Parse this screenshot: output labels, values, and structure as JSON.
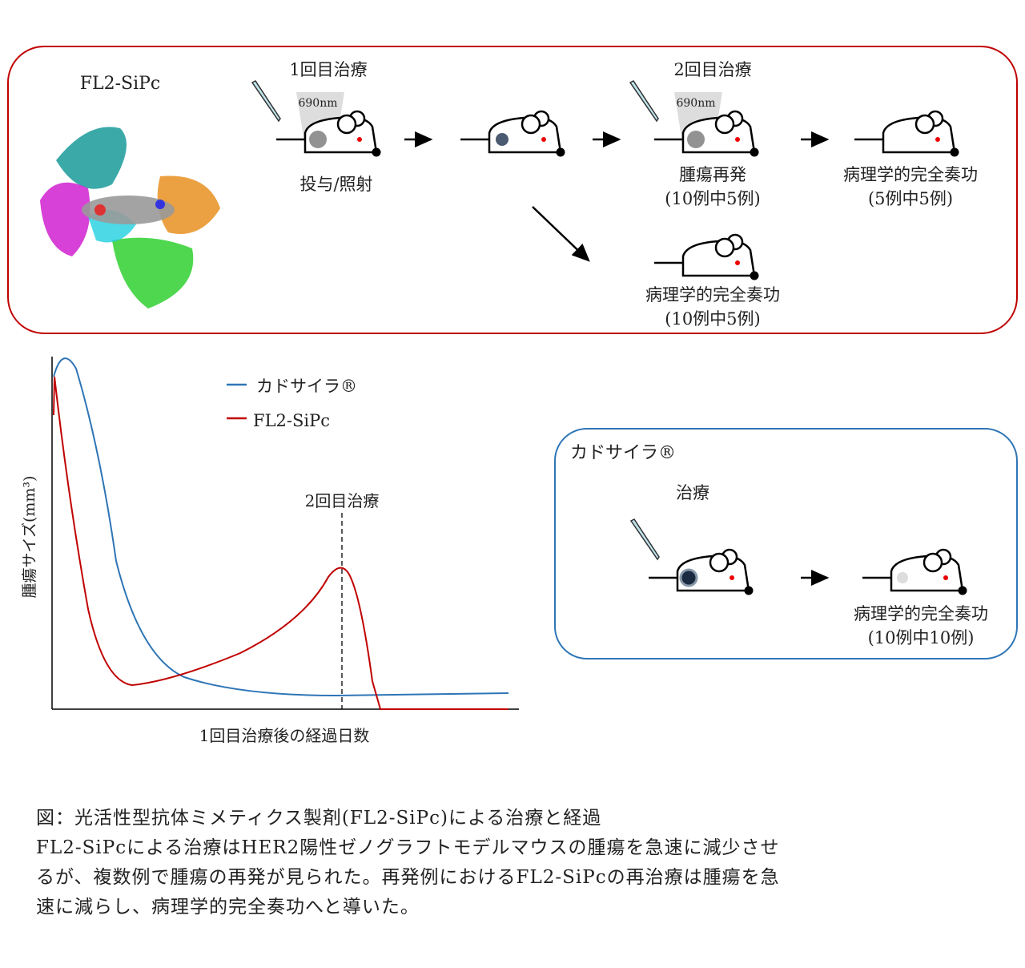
{
  "top_panel": {
    "compound_label": "FL2-SiPc",
    "first_treatment": "1回目治療",
    "second_treatment": "2回目治療",
    "wavelength": "690nm",
    "dose_irradiate": "投与/照射",
    "recurrence": "腫瘍再発",
    "recurrence_count": "(10例中5例)",
    "pcr_label": "病理学的完全奏功",
    "pcr_after_second": "(5例中5例)",
    "pcr_direct": "(10例中5例)"
  },
  "chart_data": {
    "type": "line",
    "title": "",
    "xlabel": "1回目治療後の経過日数",
    "ylabel": "腫瘍サイズ(mm³)",
    "annotation": "2回目治療",
    "legend": [
      "カドサイラ®",
      "FL2-SiPc"
    ],
    "series": [
      {
        "name": "カドサイラ®",
        "color": "#2e75b6",
        "shape": "rapid decline to near zero, stays low"
      },
      {
        "name": "FL2-SiPc",
        "color": "#c00000",
        "shape": "rapid decline, regrowth, sharp drop to zero after 2nd treatment"
      }
    ]
  },
  "kadcyla_panel": {
    "title": "カドサイラ®",
    "treatment": "治療",
    "pcr_label": "病理学的完全奏功",
    "pcr_count": "(10例中10例)"
  },
  "caption": {
    "line1": "図：光活性型抗体ミメティクス製剤(FL2-SiPc)による治療と経過",
    "line2": "FL2-SiPcによる治療はHER2陽性ゼノグラフトモデルマウスの腫瘍を急速に減少させ",
    "line3": "るが、複数例で腫瘍の再発が見られた。再発例におけるFL2-SiPcの再治療は腫瘍を急",
    "line4": "速に減らし、病理学的完全奏功へと導いた。"
  },
  "colors": {
    "red": "#c00000",
    "blue": "#2e75b6"
  }
}
